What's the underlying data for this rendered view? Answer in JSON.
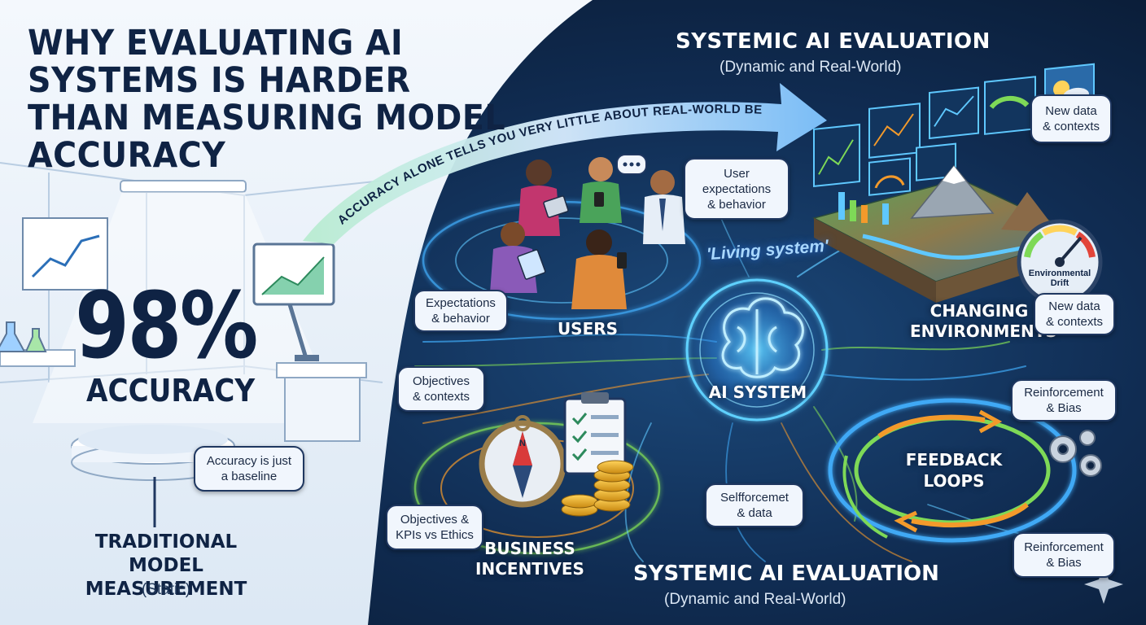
{
  "title": "WHY EVALUATING AI SYSTEMS IS HARDER THAN MEASURING MODEL ACCURACY",
  "banner": "ACCURACY ALONE TELLS YOU VERY LITTLE ABOUT REAL-WORLD BEHAVIOR",
  "traditional": {
    "metric": "98%",
    "metric_label": "ACCURACY",
    "callout": "Accuracy is just\na baseline",
    "title": "TRADITIONAL MODEL MEASUREMENT",
    "subtitle": "(Static)"
  },
  "systemic_top": {
    "title": "SYSTEMIC AI EVALUATION",
    "subtitle": "(Dynamic and Real-World)"
  },
  "systemic_bottom": {
    "title": "SYSTEMIC AI EVALUATION",
    "subtitle": "(Dynamic and Real-World)"
  },
  "center": {
    "label": "AI SYSTEM",
    "tagline": "'Living system'"
  },
  "nodes": {
    "users": "USERS",
    "environments": "CHANGING ENVIRONMENTS",
    "incentives": "BUSINESS INCENTIVES",
    "feedback": "FEEDBACK LOOPS"
  },
  "gauge_label": "Environmental Drift",
  "bubbles": {
    "user_expectations": "User\nexpectations\n& behavior",
    "expectations": "Expectations\n& behavior",
    "objectives_contexts": "Objectives\n& contexts",
    "objectives_kpis": "Objectives &\nKPIs vs Ethics",
    "new_data_top": "New data\n& contexts",
    "new_data_mid": "New data\n& contexts",
    "reinforcement_top": "Reinforcement\n& Bias",
    "reinforcement_bottom": "Reinforcement\n& Bias",
    "selfforcement": "Selfforcemet\n& data"
  },
  "colors": {
    "dark_panel": "#0d2342",
    "light_panel": "#e9f1fa",
    "navy_text": "#0f2344",
    "glow_blue": "#3fa9f5",
    "glow_green": "#7ed957",
    "glow_orange": "#f39a2b"
  }
}
